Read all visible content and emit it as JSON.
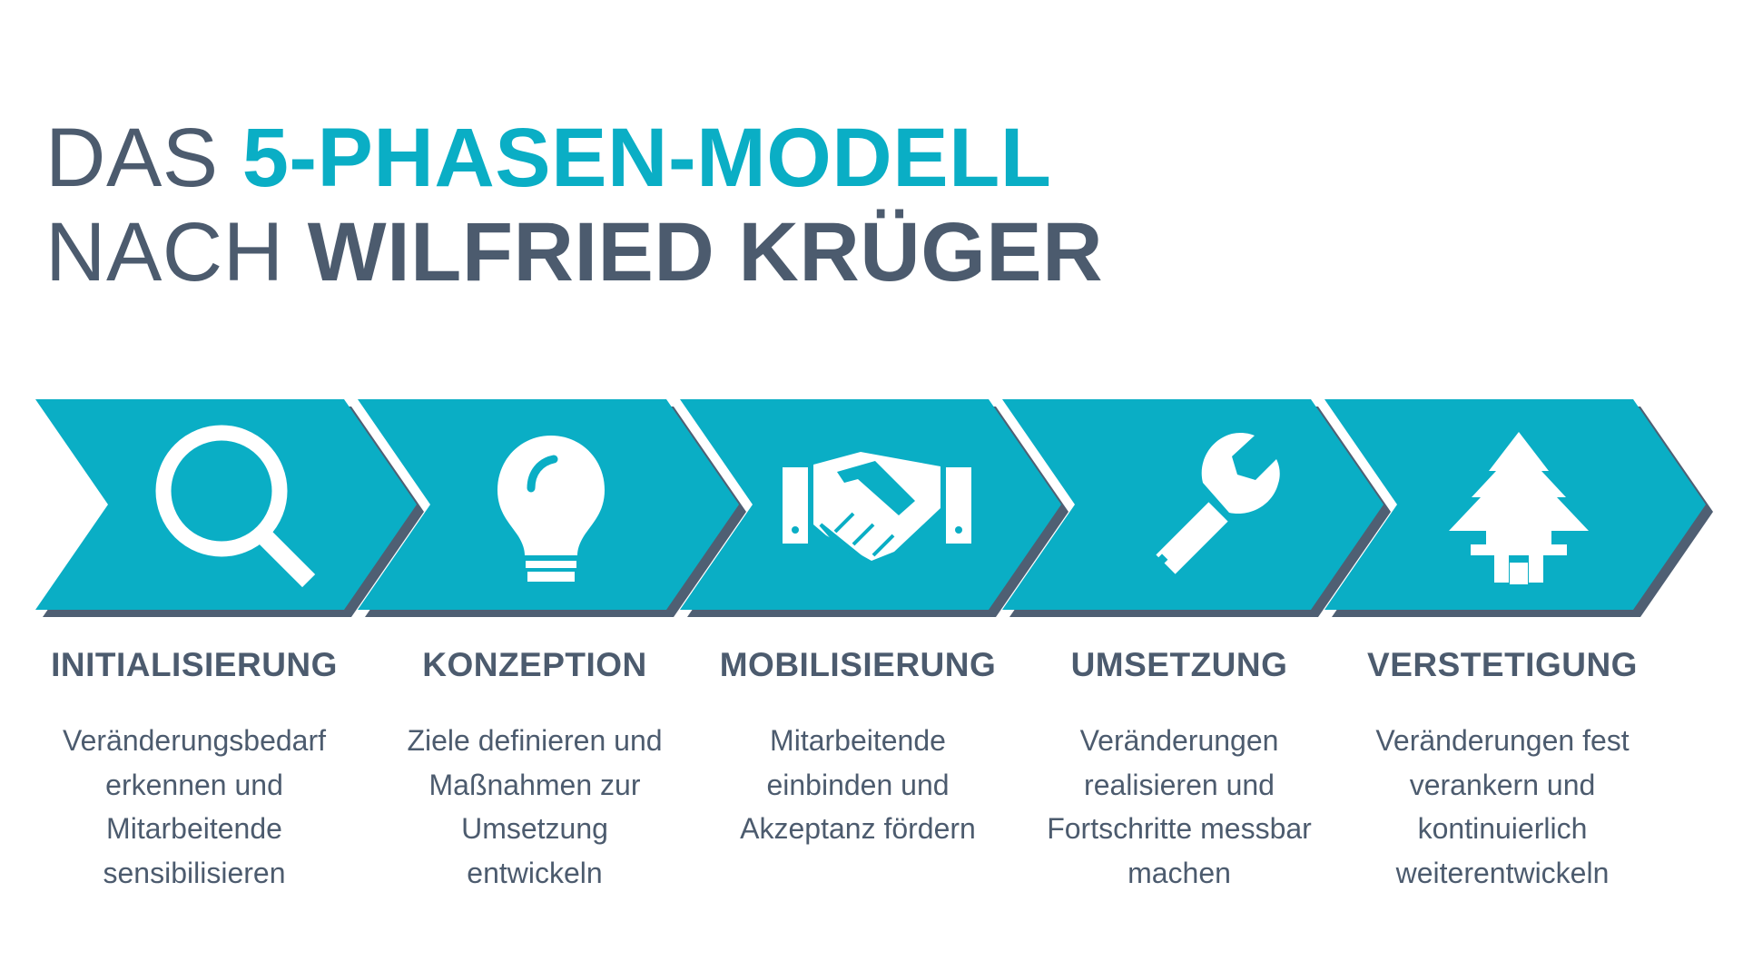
{
  "title": {
    "line1_normal": "DAS ",
    "line1_accent": "5-PHASEN-MODELL",
    "line2_normal": "NACH ",
    "line2_bold": "WILFRIED KRÜGER"
  },
  "colors": {
    "accent": "#0aaec5",
    "text": "#4c5b6e",
    "shadow": "#4f5f73",
    "icon": "#ffffff"
  },
  "phases": [
    {
      "title": "INITIALISIERUNG",
      "icon": "magnifier-icon",
      "desc": [
        "Veränderungsbedarf",
        "erkennen und",
        "Mitarbeitende",
        "sensibilisieren"
      ]
    },
    {
      "title": "KONZEPTION",
      "icon": "lightbulb-icon",
      "desc": [
        "Ziele definieren und",
        "Maßnahmen zur",
        "Umsetzung",
        "entwickeln"
      ]
    },
    {
      "title": "MOBILISIERUNG",
      "icon": "handshake-icon",
      "desc": [
        "Mitarbeitende",
        "einbinden und",
        "Akzeptanz fördern"
      ]
    },
    {
      "title": "UMSETZUNG",
      "icon": "wrench-icon",
      "desc": [
        "Veränderungen",
        "realisieren und",
        "Fortschritte messbar",
        "machen"
      ]
    },
    {
      "title": "VERSTETIGUNG",
      "icon": "tree-icon",
      "desc": [
        "Veränderungen fest",
        "verankern und",
        "kontinuierlich",
        "weiterentwickeln"
      ]
    }
  ]
}
